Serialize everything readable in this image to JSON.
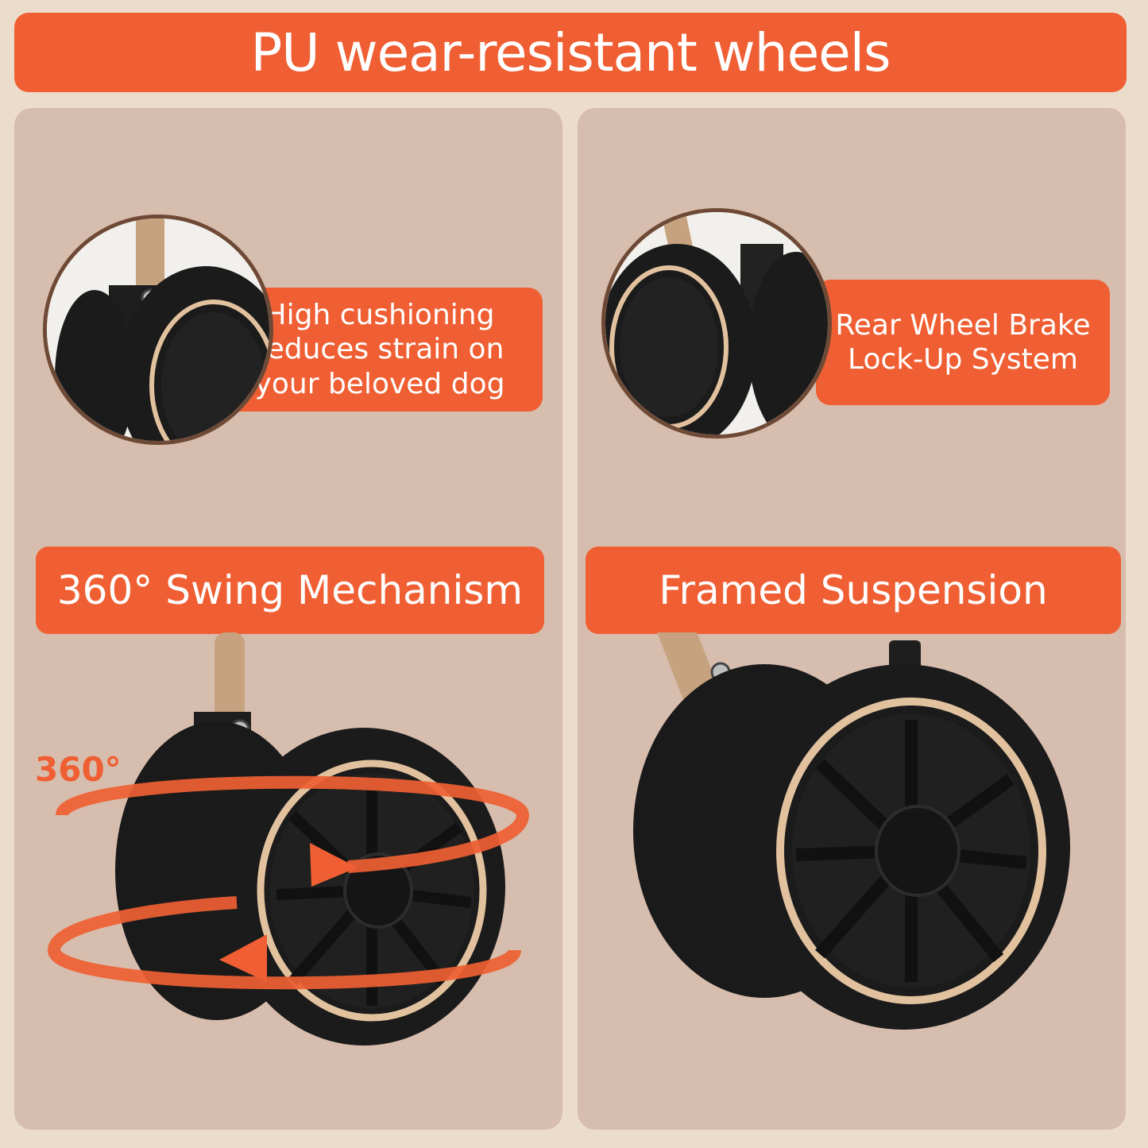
{
  "header": {
    "title": "PU wear-resistant wheels"
  },
  "features": {
    "cushioning": {
      "lines": [
        "High cushioning",
        "reduces strain on",
        "your beloved dog"
      ]
    },
    "brake": {
      "lines": [
        "Rear Wheel Brake",
        "Lock-Up System"
      ]
    },
    "swing": {
      "label": "360°  Swing Mechanism",
      "rotation_mark": "360°"
    },
    "suspension": {
      "label": "Framed Suspension"
    }
  },
  "colors": {
    "accent": "#ef5f33",
    "background": "#ecdccc",
    "panel": "#d7bdad",
    "tire": "#1b1b1b",
    "rim_stripe": "#e2c29e",
    "frame": "#c6a27e"
  },
  "icons": [
    "wheel-closeup-icon",
    "brake-closeup-icon",
    "swing-wheel-icon",
    "suspension-wheel-icon",
    "rotation-arrow-icon"
  ]
}
